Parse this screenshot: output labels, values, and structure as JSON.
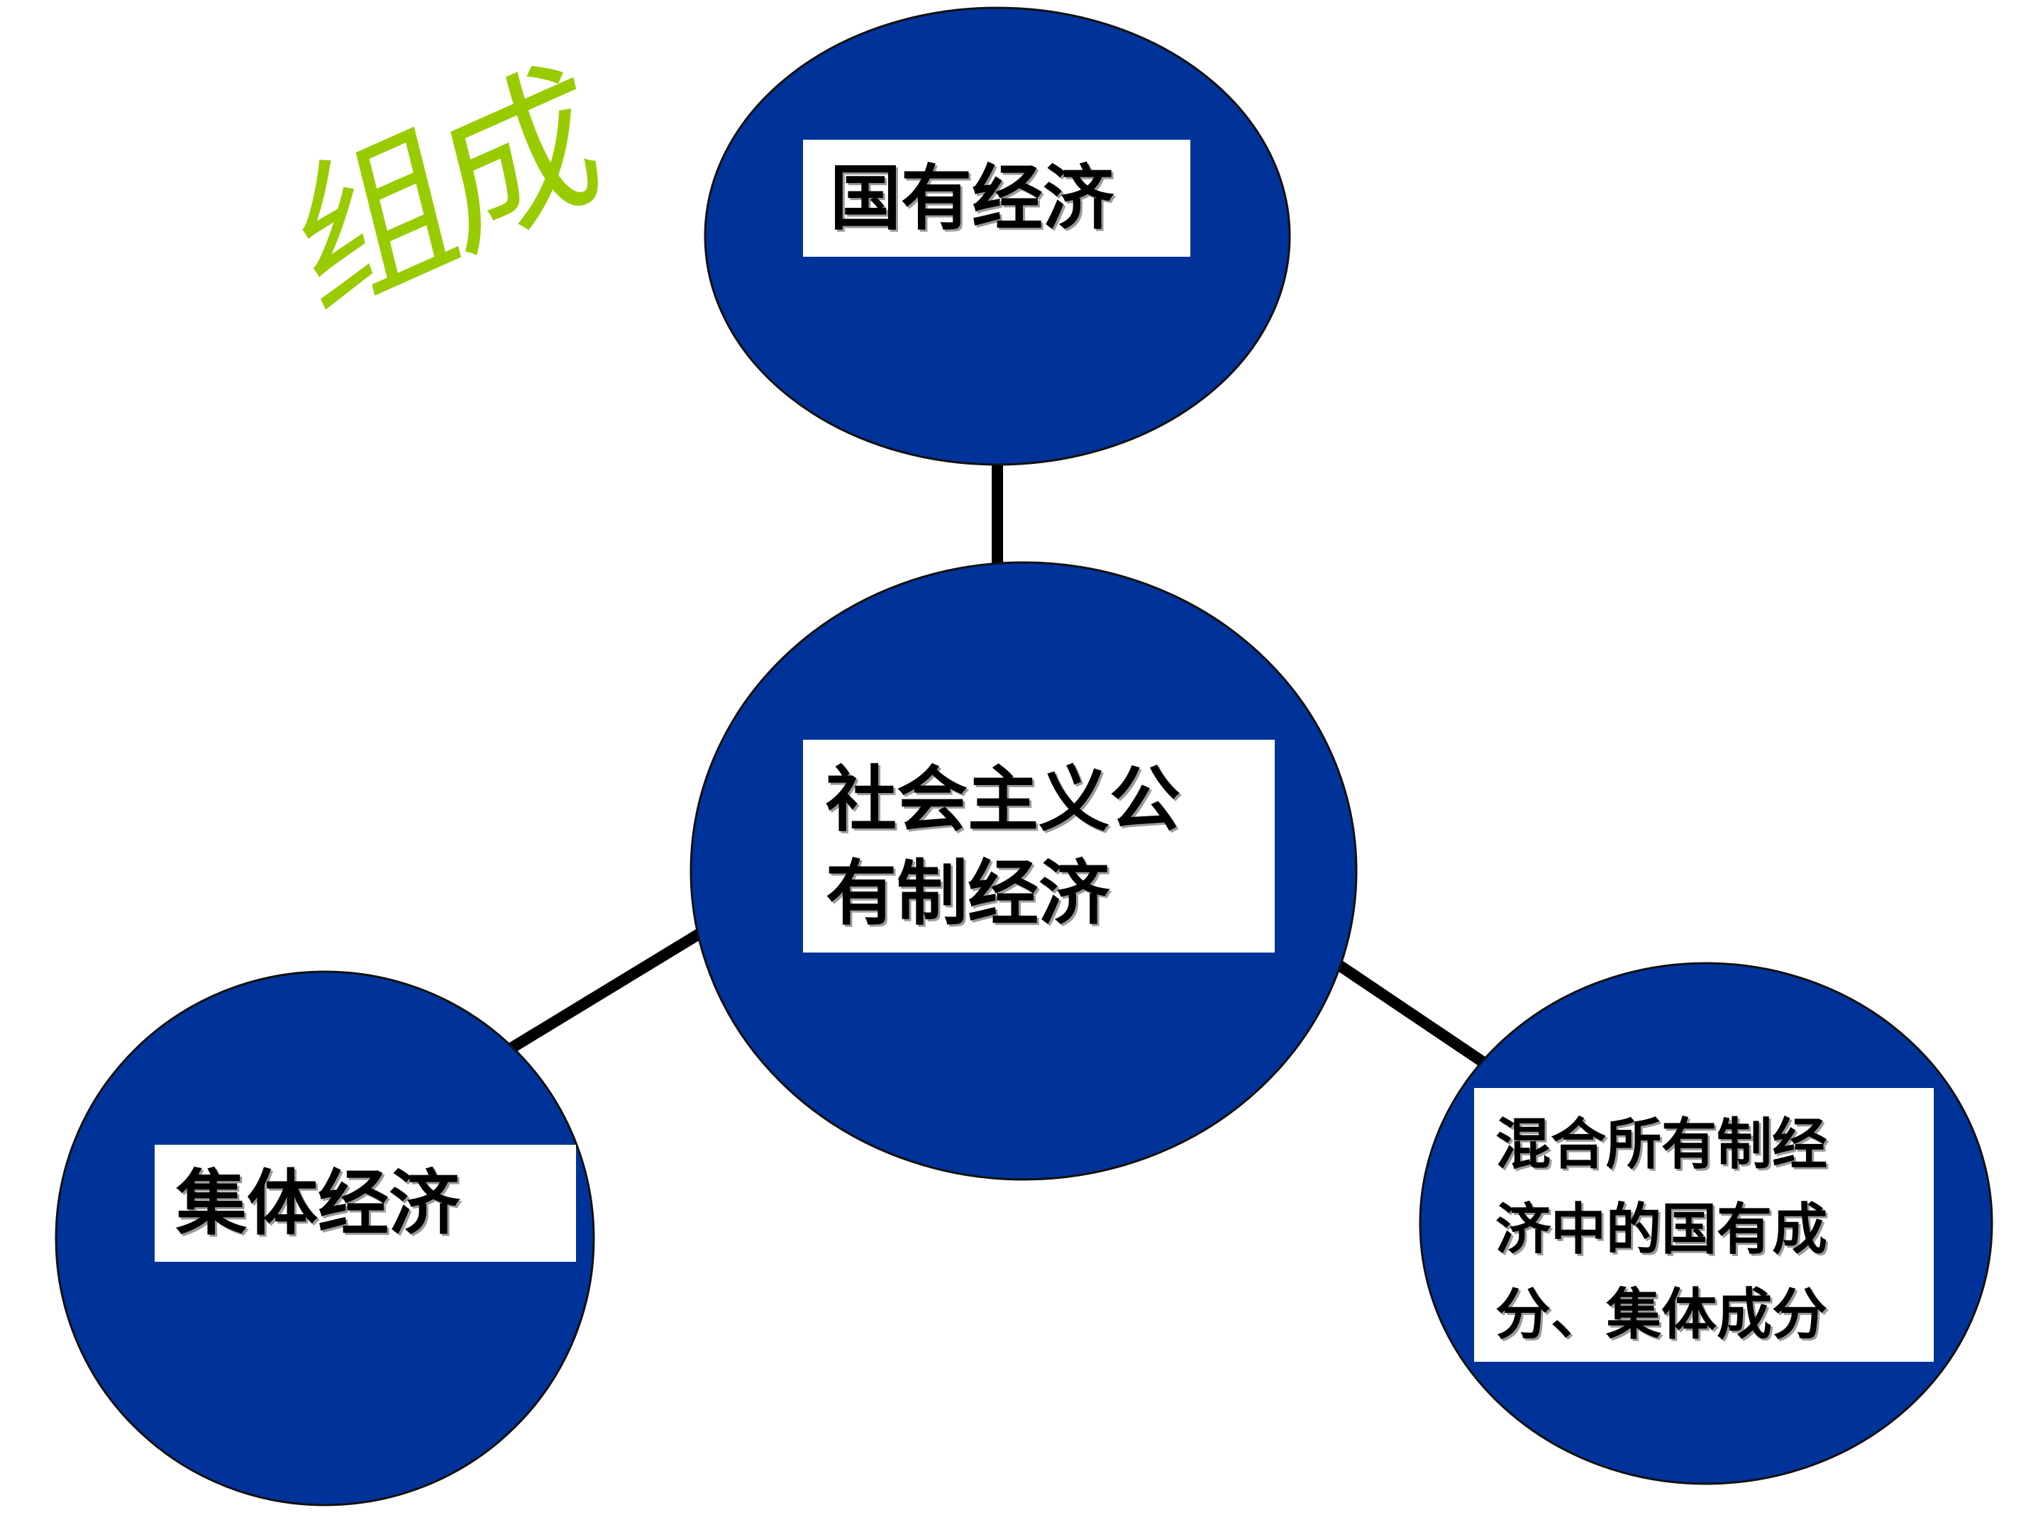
{
  "title": "组成",
  "diagram": {
    "center_node": {
      "label": "社会主义公\n有制经济"
    },
    "nodes": [
      {
        "id": "state",
        "label": "国有经济"
      },
      {
        "id": "collective",
        "label": "集体经济"
      },
      {
        "id": "mixed",
        "label": "混合所有制经\n济中的国有成\n分、集体成分"
      }
    ]
  },
  "colors": {
    "node_fill": "#003399",
    "title_color": "#99cc00",
    "label_box": "#ffffff",
    "connector": "#000000"
  }
}
